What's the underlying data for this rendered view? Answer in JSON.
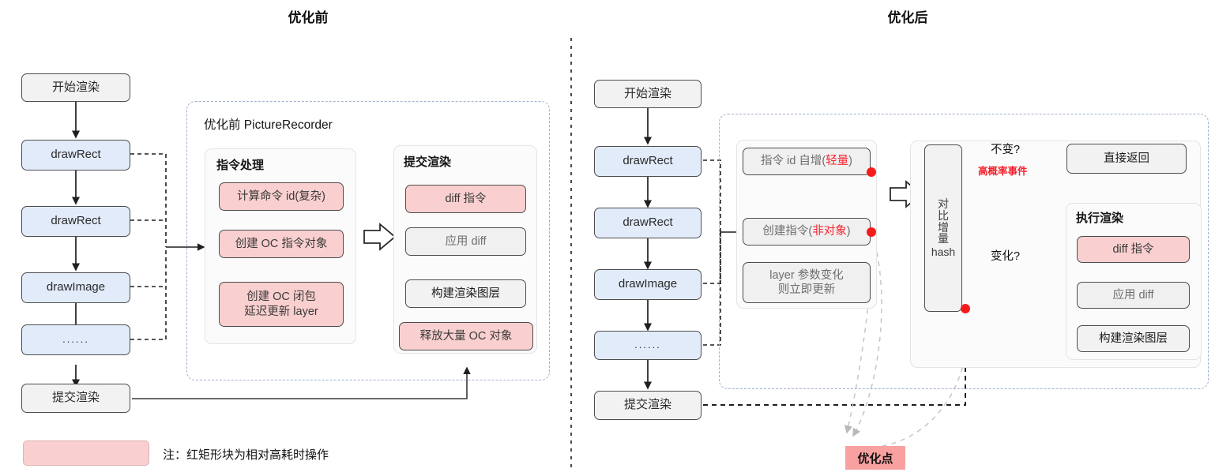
{
  "titles": {
    "before": "优化前",
    "after": "优化后"
  },
  "colors": {
    "blue_fill": "#e1ebfa",
    "gray_fill": "#f2f2f2",
    "red_fill": "#f9cfcf",
    "red_accent": "#f5222d",
    "dot": "#f61b1b",
    "tag_fill": "#f9a1a1",
    "dash_border": "#9fb0cc"
  },
  "before": {
    "flow": [
      {
        "label": "开始渲染",
        "style": "gray"
      },
      {
        "label": "drawRect",
        "style": "blue"
      },
      {
        "label": "drawRect",
        "style": "blue"
      },
      {
        "label": "drawImage",
        "style": "blue"
      },
      {
        "label": "......",
        "style": "blue"
      },
      {
        "label": "提交渲染",
        "style": "gray"
      }
    ],
    "recorder_label": "优化前 PictureRecorder",
    "groups": [
      {
        "title": "指令处理",
        "items": [
          {
            "label": "计算命令 id(复杂)",
            "style": "red"
          },
          {
            "label": "创建 OC 指令对象",
            "style": "red"
          },
          {
            "label": "创建 OC 闭包\n延迟更新 layer",
            "style": "red"
          }
        ]
      },
      {
        "title": "提交渲染",
        "items": [
          {
            "label": "diff 指令",
            "style": "red"
          },
          {
            "label": "应用 diff",
            "style": "lite"
          },
          {
            "label": "构建渲染图层",
            "style": "gray"
          },
          {
            "label": "释放大量 OC 对象",
            "style": "red"
          }
        ]
      }
    ]
  },
  "after": {
    "flow": [
      {
        "label": "开始渲染",
        "style": "gray"
      },
      {
        "label": "drawRect",
        "style": "blue"
      },
      {
        "label": "drawRect",
        "style": "blue"
      },
      {
        "label": "drawImage",
        "style": "blue"
      },
      {
        "label": "......",
        "style": "blue"
      },
      {
        "label": "提交渲染",
        "style": "gray"
      }
    ],
    "instr_items": [
      {
        "label": "指令 id 自增(",
        "accent": "轻量",
        "tail": ")",
        "style": "lite"
      },
      {
        "label": "创建指令(",
        "accent": "非对象",
        "tail": ")",
        "style": "lite"
      },
      {
        "label": "layer 参数变化\n则立即更新",
        "style": "lite"
      }
    ],
    "hash_box": {
      "vertical": "对比增量",
      "ascii": "hash"
    },
    "branch_yes": {
      "label": "不变?",
      "note": "高概率事件",
      "target": "直接返回"
    },
    "branch_no": {
      "label": "变化?"
    },
    "exec_group": {
      "title": "执行渲染",
      "items": [
        {
          "label": "diff 指令",
          "style": "red"
        },
        {
          "label": "应用 diff",
          "style": "lite"
        },
        {
          "label": "构建渲染图层",
          "style": "gray"
        }
      ]
    }
  },
  "legend": {
    "note": "注：红矩形块为相对高耗时操作"
  },
  "opt_tag": {
    "label": "优化点"
  }
}
